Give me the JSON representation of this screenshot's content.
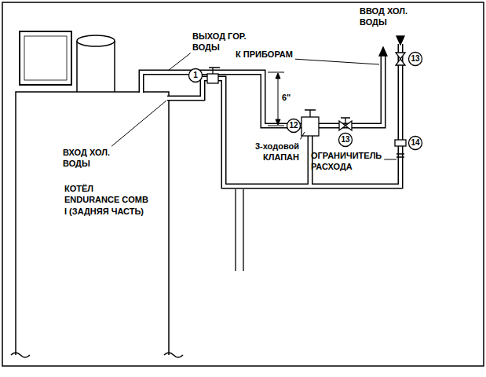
{
  "diagram": {
    "nodes": [
      {
        "text": [
          "КОТЁЛ ENDURANCE COMB I (ЗАДНЯЯ ЧАСТЬ)"
        ]
      }
    ],
    "labels": [
      "ВЫХОД ГОР. ВОДЫ",
      "К ПРИБОРАМ",
      "ВВОД ХОЛ. ВОДЫ",
      "6\"",
      "13",
      "1",
      "12",
      "13",
      "14",
      "3-ходовой КЛАПАН",
      "ОГРАНИЧИТЕЛЬ РАСХОДА",
      "ВХОД ХОЛ. ВОДЫ"
    ]
  }
}
